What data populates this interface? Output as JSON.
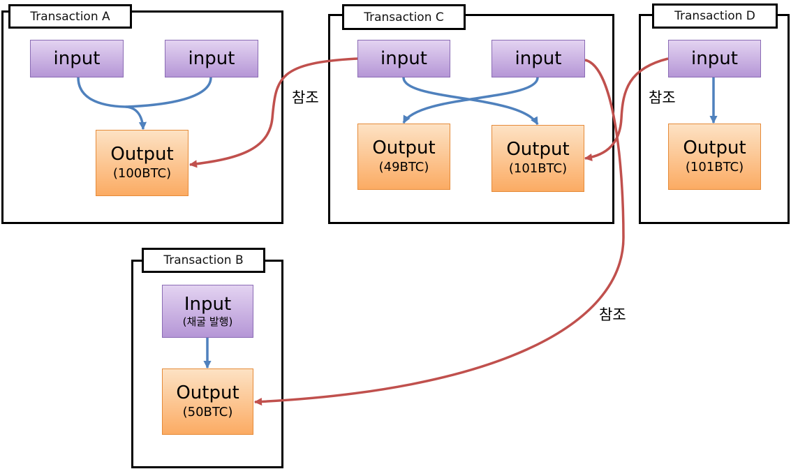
{
  "transactions": {
    "a": {
      "title": "Transaction A",
      "inputs": [
        "input",
        "input"
      ],
      "output": {
        "label": "Output",
        "amount": "(100BTC)"
      }
    },
    "b": {
      "title": "Transaction B",
      "input": {
        "label": "Input",
        "note": "(채굴 발행)"
      },
      "output": {
        "label": "Output",
        "amount": "(50BTC)"
      }
    },
    "c": {
      "title": "Transaction C",
      "inputs": [
        "input",
        "input"
      ],
      "outputs": [
        {
          "label": "Output",
          "amount": "(49BTC)"
        },
        {
          "label": "Output",
          "amount": "(101BTC)"
        }
      ]
    },
    "d": {
      "title": "Transaction D",
      "input": "input",
      "output": {
        "label": "Output",
        "amount": "(101BTC)"
      }
    }
  },
  "references": {
    "label": "참조"
  },
  "colors": {
    "input_fill": "#c9b3e4",
    "output_fill": "#fbb877",
    "flow": "#4f81bd",
    "reference": "#c0504d"
  }
}
